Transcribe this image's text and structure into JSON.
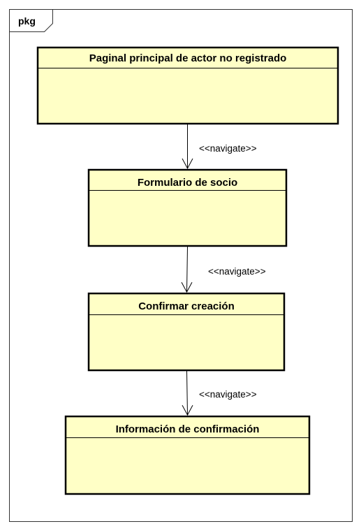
{
  "frame": {
    "label": "pkg"
  },
  "nodes": [
    {
      "title": "Paginal principal de actor no registrado"
    },
    {
      "title": "Formulario de socio"
    },
    {
      "title": "Confirmar creación"
    },
    {
      "title": "Información de confirmación"
    }
  ],
  "edges": [
    {
      "label": "<<navigate>>"
    },
    {
      "label": "<<navigate>>"
    },
    {
      "label": "<<navigate>>"
    }
  ],
  "colors": {
    "box_fill": "#ffffc6",
    "box_border": "#000000"
  }
}
